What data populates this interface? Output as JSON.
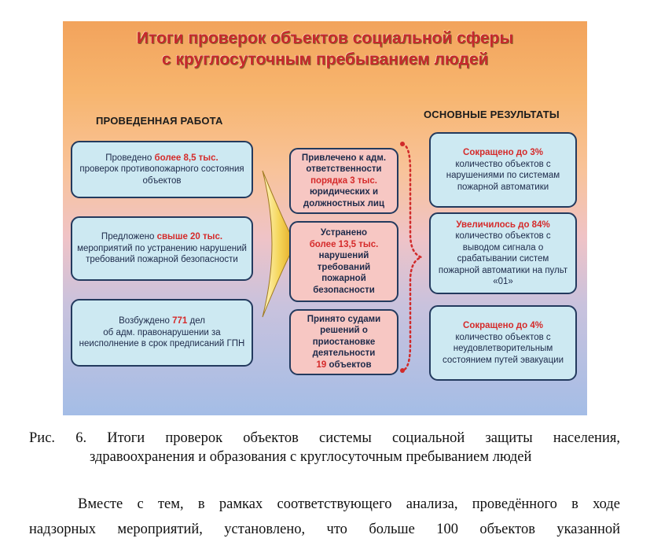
{
  "figure": {
    "title_line1": "Итоги проверок объектов социальной сферы",
    "title_line2": "с круглосуточным пребыванием людей",
    "left_header": "ПРОВЕДЕННАЯ РАБОТА",
    "right_header": "ОСНОВНЫЕ РЕЗУЛЬТАТЫ",
    "work": [
      {
        "pre": "Проведено ",
        "hl": "более 8,5 тыс.",
        "post": "проверок противопожарного состояния объектов"
      },
      {
        "pre": "Предложено ",
        "hl": "свыше 20 тыс.",
        "post": "мероприятий по устранению нарушений требований пожарной безопасности"
      },
      {
        "pre": "Возбуждено ",
        "hl": "771",
        "post1": " дел",
        "post2": "об адм. правонарушении за неисполнение в срок предписаний ГПН"
      }
    ],
    "actions": [
      {
        "text": "Привлечено к адм. ответственности",
        "hl": "порядка 3 тыс.",
        "text2": "юридических и должностных лиц"
      },
      {
        "text": "Устранено",
        "hl": "более 13,5 тыс.",
        "text2": "нарушений требований пожарной безопасности"
      },
      {
        "text": "Принято судами решений о приостановке деятельности",
        "hl": "19",
        "text2": " объектов"
      }
    ],
    "results": [
      {
        "hl": "Сокращено до 3%",
        "text": "количество объектов с нарушениями по системам пожарной автоматики"
      },
      {
        "hl": "Увеличилось до 84%",
        "text": "количество объектов с выводом сигнала о срабатывании систем пожарной автоматики на пульт «01»"
      },
      {
        "hl": "Сокращено до 4%",
        "text": "количество объектов с неудовлетворительным состоянием путей эвакуации"
      }
    ]
  },
  "caption": {
    "line1": "Рис. 6. Итоги проверок объектов системы социальной защиты населения,",
    "line2": "здравоохранения и образования с круглосуточным пребыванием людей"
  },
  "paragraph": {
    "line1": "Вместе с тем, в рамках соответствующего анализа, проведённого в ходе",
    "line2": "надзорных мероприятий, установлено, что больше 100 объектов указанной"
  },
  "colors": {
    "accent_red": "#d52a2a",
    "box_blue": "#cde9f2",
    "box_red": "#f7c7c3",
    "border_navy": "#233a5e"
  }
}
